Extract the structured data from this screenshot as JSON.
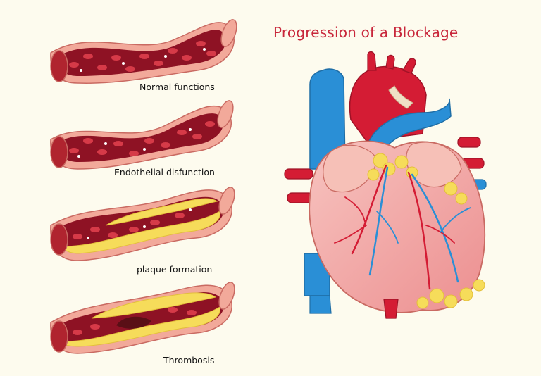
{
  "title": "Progression of a Blockage",
  "stages": [
    {
      "label": "Normal functions"
    },
    {
      "label": "Endothelial disfunction"
    },
    {
      "label": "plaque formation"
    },
    {
      "label": "Thrombosis"
    }
  ],
  "colors": {
    "background": "#fdfbee",
    "vessel_outer": "#f2a99a",
    "vessel_lumen": "#8e1224",
    "blood_cell": "#d63a48",
    "plaque": "#f6dc5a",
    "artery": "#d41c34",
    "vein": "#2a8fd6",
    "heart_muscle": "#f3a7a5",
    "title_text": "#c8263a"
  },
  "icons": [
    "artery-normal-icon",
    "artery-endothelial-icon",
    "artery-plaque-icon",
    "artery-thrombosis-icon",
    "heart-icon"
  ]
}
